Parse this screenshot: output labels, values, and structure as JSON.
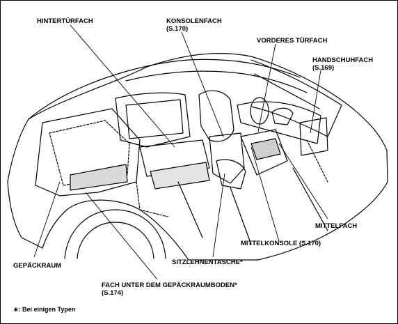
{
  "labels": {
    "rear_door_pocket": "HINTERTÜRFACH",
    "console_pocket": "KONSOLENFACH",
    "console_pocket_ref": "(S.170)",
    "front_door_pocket": "VORDERES TÜRFACH",
    "glove_box": "HANDSCHUHFACH",
    "glove_box_ref": "(S.169)",
    "center_pocket": "MITTELFACH",
    "center_console": "MITTELKONSOLE (S.170)",
    "cargo_area": "GEPÄCKRAUM",
    "seatback_pocket": "SITZLEHNENTASCHE*",
    "cargo_floor_box": "FACH UNTER DEM GEPÄCKRAUMBODEN*",
    "cargo_floor_box_ref": "(S.174)"
  },
  "footnote": "∗: Bei einigen Typen"
}
